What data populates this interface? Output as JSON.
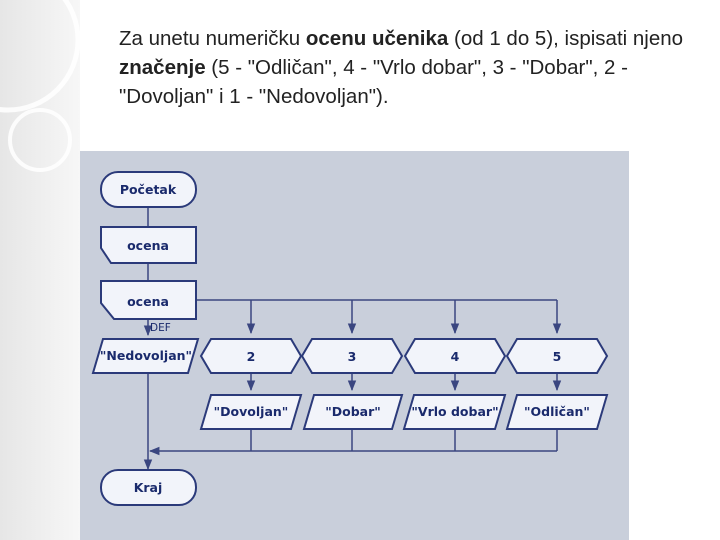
{
  "task": {
    "part1": "Za unetu numeričku ",
    "bold1": "ocenu učenika",
    "part2": " (od 1 do 5), ispisati njeno ",
    "bold2": "značenje",
    "part3": " (5 - \"Odličan\", 4 - \"Vrlo dobar\", 3 - \"Dobar\", 2 - \"Dovoljan\" i 1 - \"Nedovoljan\")."
  },
  "flowchart": {
    "start": "Početak",
    "input": "ocena",
    "switch": "ocena",
    "default_label": "DEF",
    "default_output": "\"Nedovoljan\"",
    "cases": [
      {
        "value": "2",
        "output": "\"Dovoljan\""
      },
      {
        "value": "3",
        "output": "\"Dobar\""
      },
      {
        "value": "4",
        "output": "\"Vrlo dobar\""
      },
      {
        "value": "5",
        "output": "\"Odličan\""
      }
    ],
    "end": "Kraj"
  },
  "colors": {
    "shape_fill": "#f2f4fa",
    "shape_stroke": "#2b3a7a",
    "line": "#3a4680",
    "panel": "#c9cfdb",
    "text": "#1a2a6c"
  }
}
